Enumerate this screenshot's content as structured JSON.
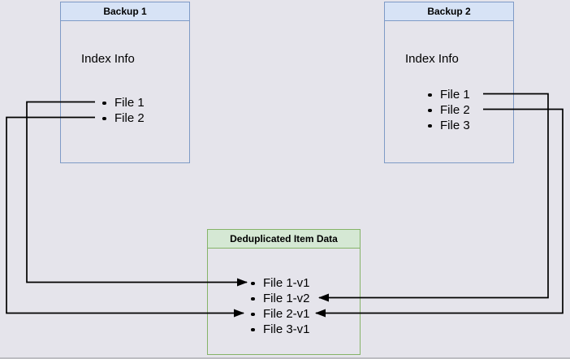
{
  "canvas": {
    "background_color": "#e5e4eb",
    "connector_color": "#000000"
  },
  "boxes": {
    "backup1": {
      "title": "Backup 1",
      "subtitle": "Index Info",
      "files": [
        "File 1",
        "File 2"
      ],
      "border_color": "#7e9ac6",
      "header_fill": "#d7e3f6"
    },
    "backup2": {
      "title": "Backup 2",
      "subtitle": "Index Info",
      "files": [
        "File 1",
        "File 2",
        "File 3"
      ],
      "border_color": "#7e9ac6",
      "header_fill": "#d7e3f6"
    },
    "dedup": {
      "title": "Deduplicated Item Data",
      "items": [
        "File 1-v1",
        "File 1-v2",
        "File 2-v1",
        "File 3-v1"
      ],
      "border_color": "#85b368",
      "header_fill": "#d5e8d4"
    }
  },
  "connections": [
    {
      "from": "backup1-file-1",
      "to": "dedup-file-1-v1",
      "route": "left"
    },
    {
      "from": "backup1-file-2",
      "to": "dedup-file-2-v1",
      "route": "left"
    },
    {
      "from": "backup2-file-1",
      "to": "dedup-file-1-v2",
      "route": "right"
    },
    {
      "from": "backup2-file-2",
      "to": "dedup-file-2-v1",
      "route": "right"
    }
  ]
}
